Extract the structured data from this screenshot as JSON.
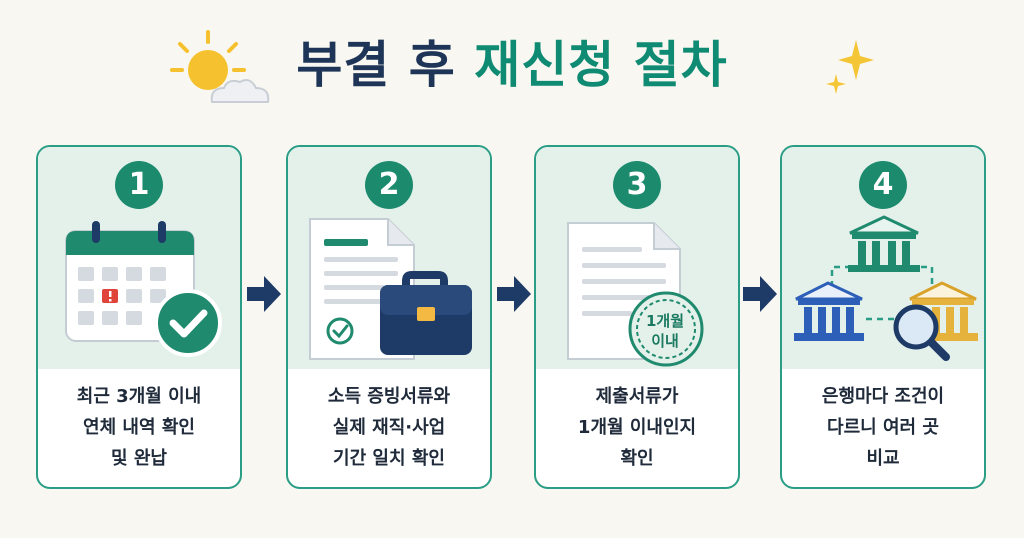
{
  "title": {
    "part1": "부결 후",
    "part2": "재신청 절차"
  },
  "colors": {
    "title_dark": "#1e3558",
    "title_accent": "#0f8a73",
    "card_border": "#2a9d86",
    "badge": "#1b8a6d",
    "arrow": "#1e3a66"
  },
  "steps": [
    {
      "number": "1",
      "icon": "calendar-check-icon",
      "lines": [
        "최근 3개월 이내",
        "연체 내역 확인",
        "및 완납"
      ]
    },
    {
      "number": "2",
      "icon": "documents-briefcase-icon",
      "lines": [
        "소득 증빙서류와",
        "실제 재직·사업",
        "기간 일치 확인"
      ]
    },
    {
      "number": "3",
      "icon": "document-stamp-icon",
      "lines": [
        "제출서류가",
        "1개월 이내인지",
        "확인"
      ],
      "stamp": [
        "1개월",
        "이내"
      ]
    },
    {
      "number": "4",
      "icon": "banks-compare-icon",
      "lines": [
        "은행마다 조건이",
        "다르니 여러 곳",
        "비교"
      ]
    }
  ]
}
